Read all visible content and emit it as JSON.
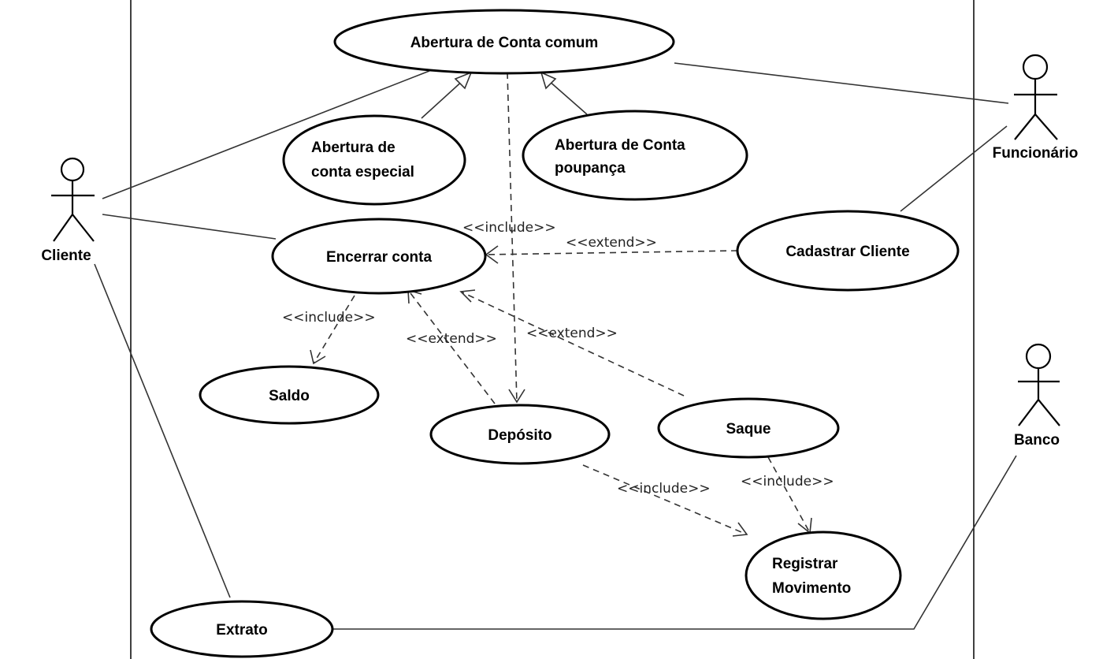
{
  "use_cases": {
    "abertura_comum": "Abertura de Conta comum",
    "abertura_especial": [
      "Abertura de",
      "conta especial"
    ],
    "abertura_poupanca": [
      "Abertura de Conta",
      "poupança"
    ],
    "encerrar_conta": "Encerrar conta",
    "cadastrar_cliente": "Cadastrar Cliente",
    "saldo": "Saldo",
    "deposito": "Depósito",
    "saque": "Saque",
    "registrar_movimento": [
      "Registrar",
      "Movimento"
    ],
    "extrato": "Extrato"
  },
  "actors": {
    "cliente": "Cliente",
    "funcionario": "Funcionário",
    "banco": "Banco"
  },
  "stereotypes": {
    "include_deposito": "<<include>>",
    "extend_cadastrar": "<<extend>>",
    "include_saldo": "<<include>>",
    "extend_deposito": "<<extend>>",
    "extend_saque": "<<extend>>",
    "include_registrar_dep": "<<include>>",
    "include_registrar_saque": "<<include>>"
  }
}
